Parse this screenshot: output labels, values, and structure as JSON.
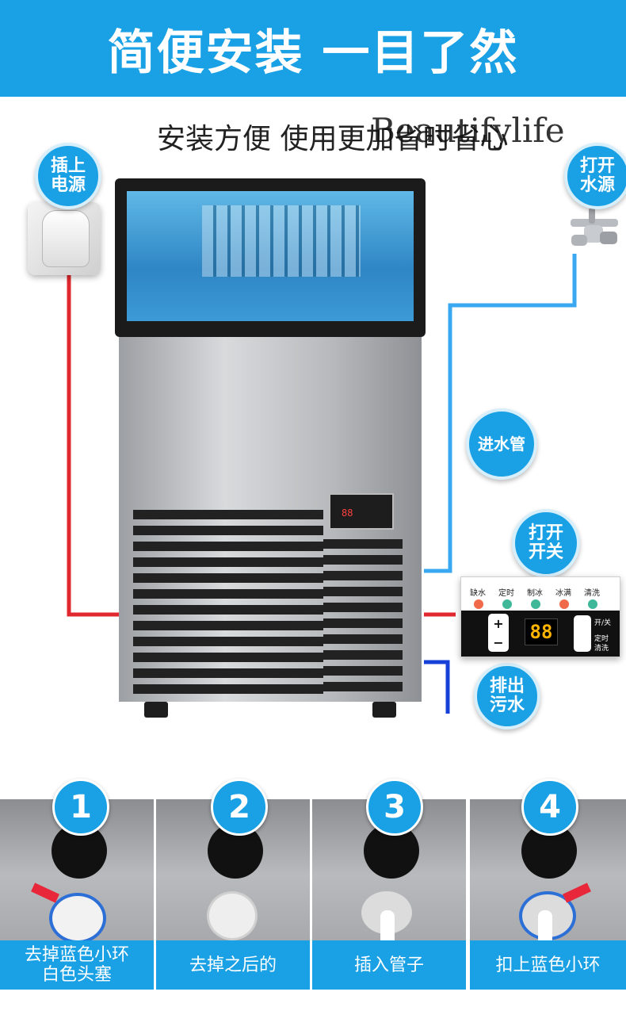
{
  "banner": {
    "title": "简便安装 一目了然"
  },
  "subtitle": "安装方便 使用更加省时省心",
  "watermark": "Beautifylife",
  "badges": {
    "power": [
      "插上",
      "电源"
    ],
    "water_on": [
      "打开",
      "水源"
    ],
    "inlet": "进水管",
    "switch": [
      "打开",
      "开关"
    ],
    "drain": [
      "排出",
      "污水"
    ]
  },
  "machine_panel": {
    "display": "88"
  },
  "control_panel": {
    "indicators": [
      "缺水",
      "定时",
      "制冰",
      "冰满",
      "清洗"
    ],
    "plus": "+",
    "minus": "−",
    "display": "88",
    "switch_label": "开/关",
    "timer_label_1": "定时",
    "timer_label_2": "清洗"
  },
  "colors": {
    "accent": "#1aa0e4",
    "power_line": "#e0282e",
    "water_line": "#3aa8f0",
    "drain_line": "#1740d8",
    "led": "#ffb400"
  },
  "steps": [
    {
      "number": "1",
      "caption": [
        "去掉蓝色小环",
        "白色头塞"
      ]
    },
    {
      "number": "2",
      "caption": [
        "去掉之后的"
      ]
    },
    {
      "number": "3",
      "caption": [
        "插入管子"
      ]
    },
    {
      "number": "4",
      "caption": [
        "扣上蓝色小环"
      ]
    }
  ]
}
